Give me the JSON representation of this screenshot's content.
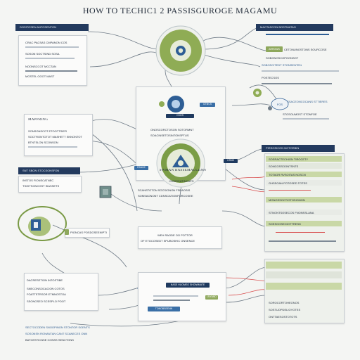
{
  "title": "HOW TO TECHIC1 2 PASSISGUROGE MAGAMU",
  "left_top": {
    "header": "DOSITOSEN ANTOSENTON",
    "lines": [
      "CRAC PACSAS CMPANON COS",
      "SOSON SOCTSIND SOSA",
      "NOONSCCOT MCCTAN",
      "MOSTEL OOOT MAST"
    ]
  },
  "left_mapping": {
    "heading": "MAPPRING",
    "lines": [
      "SONSONSCOT ETOOTTSIER",
      "SOCTRONTOTOT MASHETT SNNONTOT",
      "BTNTSLON SCONSON"
    ]
  },
  "left_mid": {
    "header": "SNT SBON STOCSONSFON",
    "lines": [
      "INSTOS FIONSCATNEC",
      "TSOITSONCOST SIASSETS"
    ]
  },
  "left_device": {
    "label": "PIONCAS POSDOSEENIPTION"
  },
  "left_bottom": {
    "heading": "DACRESETION INTOSTIBE",
    "lines": [
      "SNECONSOCACION COTOS",
      "FOATTETRSOR ETMNOSTOA",
      "SSONOSEO SCESPLO POOT"
    ]
  },
  "left_footer": {
    "lines": [
      "SECTOCODEN SNOOPINON STONTOR SOENTS",
      "SOSONSN RONANTAN CANT SCANECES ONN",
      "BATCESTICNSE CONSS SENCTONS"
    ]
  },
  "center_top": {
    "chip1": "CSOS",
    "chip2": "CENCS",
    "lines": [
      "ONOSCORCTOSON SOTORMNT",
      "SOACINSETOSINTONSPTUS"
    ]
  },
  "center_mid": {
    "chip": "PANCE",
    "tag": "CSNS",
    "caption": "SWMAN BASSEMACCENN",
    "sub": "CDNISCATINCAPS",
    "lines": [
      "SCANSTOTON SOCSIONON FSEAOSIS",
      "SOMSAONONT CDNSCATIONFORCOSEE"
    ]
  },
  "center_lower": {
    "line1": "WEH RAODE OO POTTOR",
    "line2": "OF ETGCOSEDT SPUBOSHIC ONSENCE"
  },
  "center_bottom": {
    "chip1": "NASE HUOMEO SHOIWMATE",
    "chip2": "TONOBSEENN",
    "chip3": "LNYAND"
  },
  "right_top": {
    "header": "MACTASCON BOSTMATAO",
    "chip": "ARROWS",
    "lines": [
      "CETONUNOSTONS SOURCOSE",
      "SOBONOSCOPOONSOT"
    ]
  },
  "right_mid": {
    "lines": [
      "SOBOSCITEDT STONSENTEN",
      "POSTECSOS",
      "GOSSACEONCOCANS STTIERES",
      "STOSOUMOST STONFOE"
    ],
    "cloud": "FGS"
  },
  "right_panel": {
    "header": "PIRSOSICON NOTORBIN",
    "rows": [
      "SOSRACTECHION TIROCETY",
      "SONCOSSOONTSNTS",
      "TOTAGR RVSOITAS NOSCN",
      "GHSSOAN POTOSED TOTES",
      "MONOSSOCTIOTOSIONON",
      "STNONTSOSECOS FNONSSLANA",
      "SOESOOSEOIOTTRESD"
    ]
  },
  "right_bottom": {
    "rows": [
      "SOROCORTOHEONOS",
      "SOSTUOPDELIOYOTES",
      "ONTTAESOSTOTOTS"
    ]
  },
  "colors": {
    "navy": "#233a5e",
    "blue": "#2e5e95",
    "green": "#8ea85c",
    "red": "#d95050"
  }
}
